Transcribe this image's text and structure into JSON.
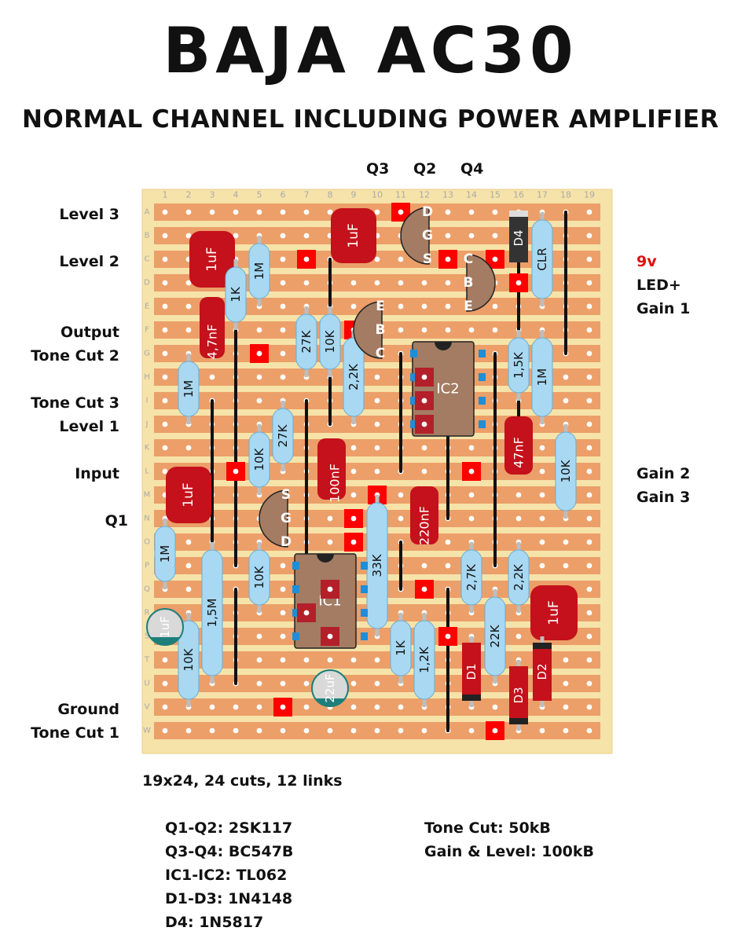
{
  "title": "BAJA AC30",
  "subtitle": "NORMAL CHANNEL INCLUDING POWER AMPLIFIER",
  "columns": [
    "1",
    "2",
    "3",
    "4",
    "5",
    "6",
    "7",
    "8",
    "9",
    "10",
    "11",
    "12",
    "13",
    "14",
    "15",
    "16",
    "17",
    "18",
    "19"
  ],
  "rows": [
    "A",
    "B",
    "C",
    "D",
    "E",
    "F",
    "G",
    "H",
    "I",
    "J",
    "K",
    "L",
    "M",
    "N",
    "O",
    "P",
    "Q",
    "R",
    "S",
    "T",
    "U",
    "V",
    "W"
  ],
  "top_labels": {
    "q3": "Q3",
    "q2": "Q2",
    "q4": "Q4"
  },
  "left_labels": {
    "level3": "Level 3",
    "level2": "Level 2",
    "output": "Output",
    "tonecut2": "Tone Cut 2",
    "tonecut3": "Tone Cut 3",
    "level1": "Level 1",
    "input": "Input",
    "q1": "Q1",
    "ground": "Ground",
    "tonecut1": "Tone Cut 1"
  },
  "right_labels": {
    "v9": "9v",
    "ledplus": "LED+",
    "gain1": "Gain 1",
    "gain2": "Gain 2",
    "gain3": "Gain 3"
  },
  "components": {
    "c_1uf_a": "1uF",
    "c_1uf_b": "1uF",
    "c_4n7": "4,7nF",
    "r_1m_a": "1M",
    "r_1k_a": "1K",
    "r_1m_b": "1M",
    "r_27k_a": "27K",
    "r_10k_a": "10K",
    "r_2k2_a": "2,2K",
    "r_27k_b": "27K",
    "r_10k_b": "10K",
    "c_100nf": "100nF",
    "c_1uf_c": "1uF",
    "r_1m_c": "1M",
    "r_1m5": "1,5M",
    "r_10k_c": "10K",
    "c_1uf_d": "1uF",
    "r_10k_d": "10K",
    "c_22uf": "22uF",
    "r_33k": "33K",
    "c_220nf": "220nF",
    "r_1k_b": "1K",
    "r_1k2": "1,2K",
    "d1": "D1",
    "r_22k": "22K",
    "r_2k7": "2,7K",
    "r_2k2_b": "2,2K",
    "c_1uf_e": "1uF",
    "d2": "D2",
    "d3": "D3",
    "d4": "D4",
    "clr": "CLR",
    "r_1k5": "1,5K",
    "r_1m_d": "1M",
    "c_47nf": "47nF",
    "r_10k_e": "10K",
    "ic1": "IC1",
    "ic2": "IC2"
  },
  "pins": {
    "d": "D",
    "g": "G",
    "s": "S",
    "c": "C",
    "b": "B",
    "e": "E"
  },
  "summary": "19x24, 24 cuts, 12 links",
  "parts_list": {
    "q12": "Q1-Q2: 2SK117",
    "q34": "Q3-Q4: BC547B",
    "ic": "IC1-IC2: TL062",
    "d13": "D1-D3: 1N4148",
    "d4": "D4: 1N5817",
    "tonecut": "Tone Cut: 50kB",
    "gainlevel": "Gain & Level: 100kB"
  },
  "colors": {
    "board": "#f6e3a9",
    "strip": "#ec9f69",
    "cut": "#ff0000",
    "cap": "#c4111b",
    "resistor": "#a8d8f2",
    "diode": "#c4111b",
    "ic": "#a37c63",
    "transistor": "#a37c63",
    "link": "#111111",
    "pad": "#1e8ed6"
  }
}
